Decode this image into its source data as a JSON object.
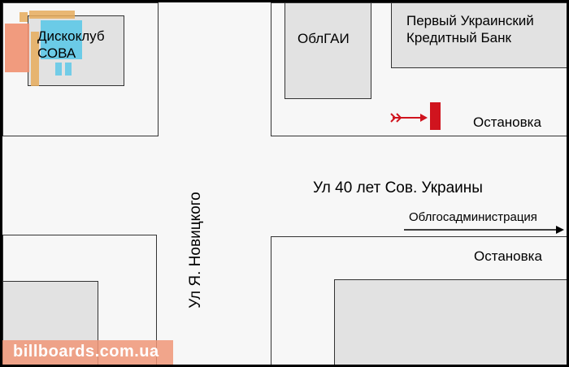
{
  "map": {
    "buildings": {
      "disco": [
        "Дискоклуб",
        "СОВА"
      ],
      "gai": "ОблГАИ",
      "bank": [
        "Первый Украинский",
        "Кредитный Банк"
      ]
    },
    "streets": {
      "horizontal": "Ул 40 лет Сов. Украины",
      "vertical": "Ул Я. Новицкого"
    },
    "direction_label": "Облгосадминистрация",
    "bus_stops": [
      "Остановка",
      "Остановка"
    ],
    "colors": {
      "billboard": "#d0141e",
      "marker": "#d0141e",
      "watermark": "#f0a080"
    },
    "icons": {
      "billboard": "billboard-marker-icon",
      "direction": "arrow-right-icon",
      "view": "view-direction-icon"
    }
  },
  "watermark": {
    "text": "billboards.com.ua"
  }
}
